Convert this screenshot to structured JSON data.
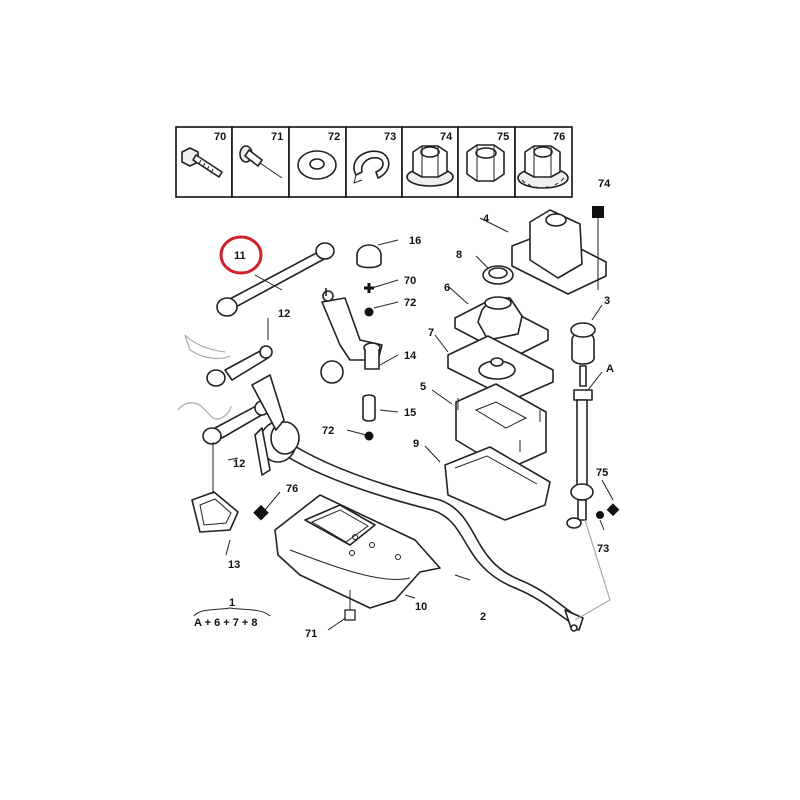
{
  "legend": {
    "cells": [
      {
        "num": "70",
        "icon": "bolt-icon"
      },
      {
        "num": "71",
        "icon": "rivet-icon"
      },
      {
        "num": "72",
        "icon": "flat-washer-icon"
      },
      {
        "num": "73",
        "icon": "spring-washer-icon"
      },
      {
        "num": "74",
        "icon": "flange-nut-icon"
      },
      {
        "num": "75",
        "icon": "hex-nut-icon"
      },
      {
        "num": "76",
        "icon": "serrated-flange-nut-icon"
      }
    ]
  },
  "labels": {
    "l1": "1",
    "l2": "2",
    "l3": "3",
    "l4": "4",
    "l5": "5",
    "l6": "6",
    "l7": "7",
    "l8": "8",
    "l9": "9",
    "l10": "10",
    "l11": "11",
    "l12a": "12",
    "l12b": "12",
    "l13": "13",
    "l14": "14",
    "l15": "15",
    "l16": "16",
    "l70": "70",
    "l71": "71",
    "l72a": "72",
    "l72b": "72",
    "l73": "73",
    "l74": "74",
    "l75": "75",
    "l76": "76",
    "lA": "A",
    "kit": "A + 6 + 7 + 8"
  },
  "highlight": {
    "target": "11",
    "color": "#d0202a"
  }
}
